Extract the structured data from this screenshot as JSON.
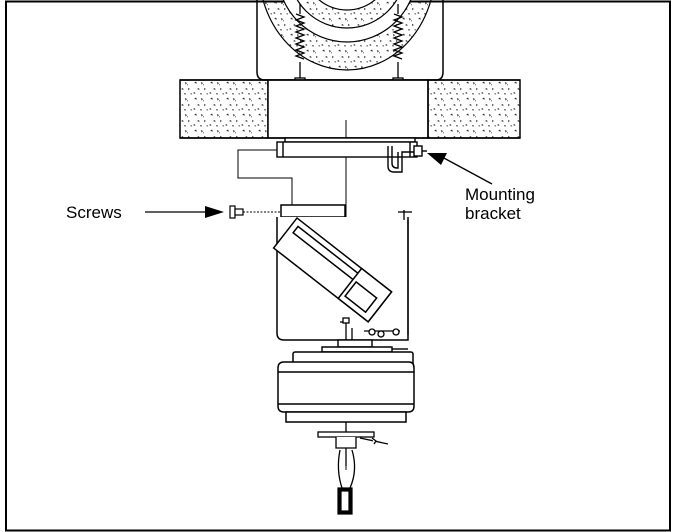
{
  "labels": {
    "screws": "Screws",
    "mounting_line1": "Mounting",
    "mounting_line2": "bracket"
  },
  "colors": {
    "ink": "#000000",
    "paper": "#ffffff",
    "speckle": "#333333"
  }
}
